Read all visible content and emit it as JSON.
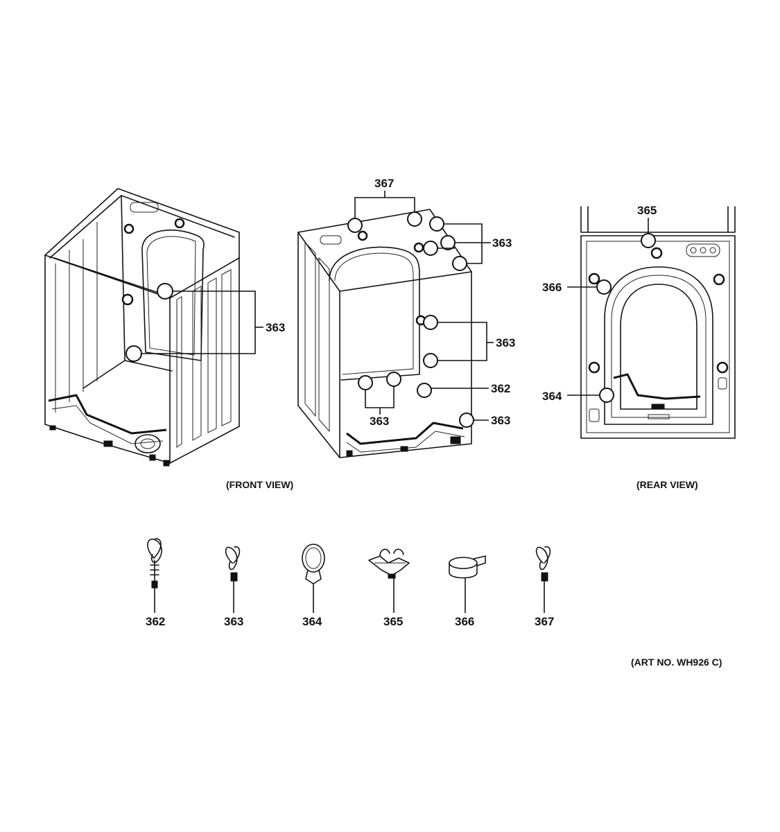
{
  "diagram": {
    "captions": {
      "front_view": "(FRONT VIEW)",
      "rear_view": "(REAR VIEW)",
      "art_no": "(ART NO. WH926 C)"
    },
    "callouts": {
      "front_363": "363",
      "center_367": "367",
      "center_363_top": "363",
      "center_363_mid": "363",
      "center_362": "362",
      "center_363_bottom": "363",
      "center_363_right": "363",
      "rear_365": "365",
      "rear_366": "366",
      "rear_364": "364"
    },
    "parts": [
      "362",
      "363",
      "364",
      "365",
      "366",
      "367"
    ]
  }
}
